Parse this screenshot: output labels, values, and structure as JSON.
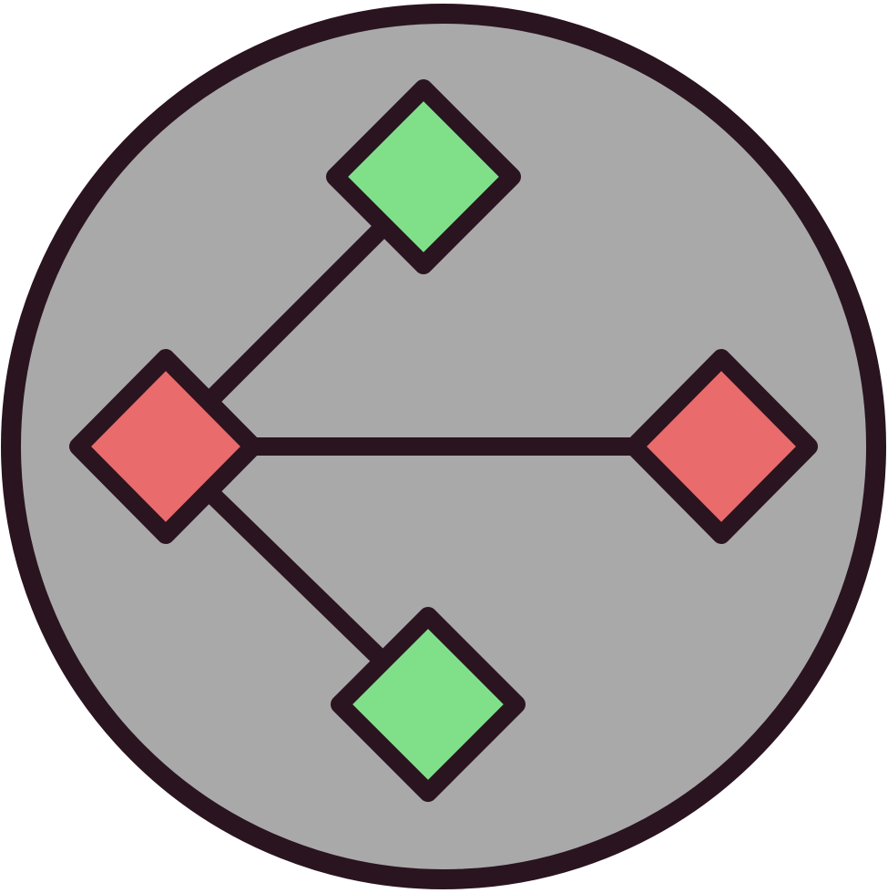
{
  "icon": {
    "semantic": "node-tree-icon",
    "colors": {
      "outline": "#2a1420",
      "background": "#a9a9a9",
      "root_node": "#e96b6b",
      "leaf_node_green": "#80e08a",
      "leaf_node_red": "#e96b6b"
    },
    "nodes": [
      "root",
      "top-leaf",
      "right-leaf",
      "bottom-leaf"
    ]
  }
}
